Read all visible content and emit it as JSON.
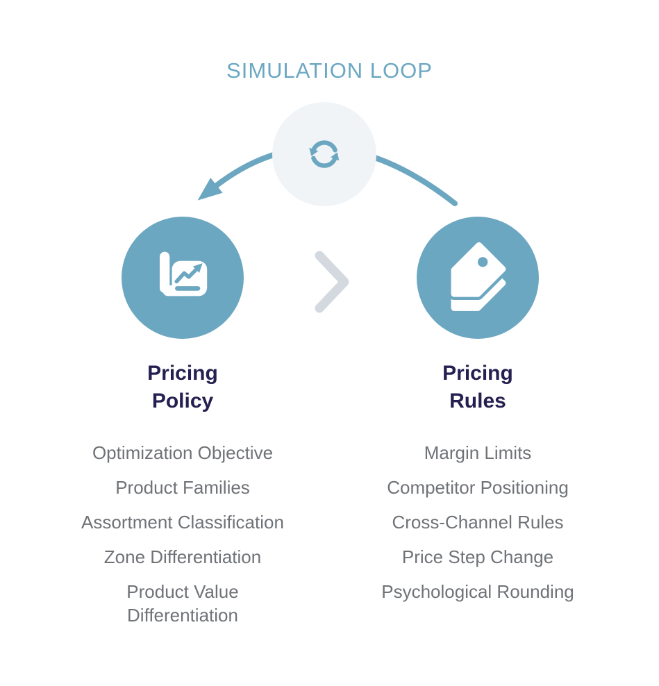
{
  "title": "SIMULATION LOOP",
  "colors": {
    "accent_blue": "#6CA7C1",
    "title_blue": "#6BA7C3",
    "loop_circle_bg": "#F1F4F7",
    "chevron_gray": "#D3D9DF",
    "heading_navy": "#252051",
    "list_gray": "#6F7277",
    "background": "#FFFFFF",
    "icon_white": "#FFFFFF"
  },
  "loop": {
    "icon": "refresh-icon",
    "arrow": "curved-loop-arrow"
  },
  "connector": {
    "icon": "chevron-right-icon"
  },
  "nodes": {
    "policy": {
      "label": "Pricing\nPolicy",
      "icon": "report-chart-icon",
      "items": [
        "Optimization Objective",
        "Product Families",
        "Assortment Classification",
        "Zone Differentiation",
        "Product Value\nDifferentiation"
      ]
    },
    "rules": {
      "label": "Pricing\nRules",
      "icon": "price-tags-icon",
      "items": [
        "Margin Limits",
        "Competitor Positioning",
        "Cross-Channel Rules",
        "Price Step Change",
        "Psychological Rounding"
      ]
    }
  }
}
